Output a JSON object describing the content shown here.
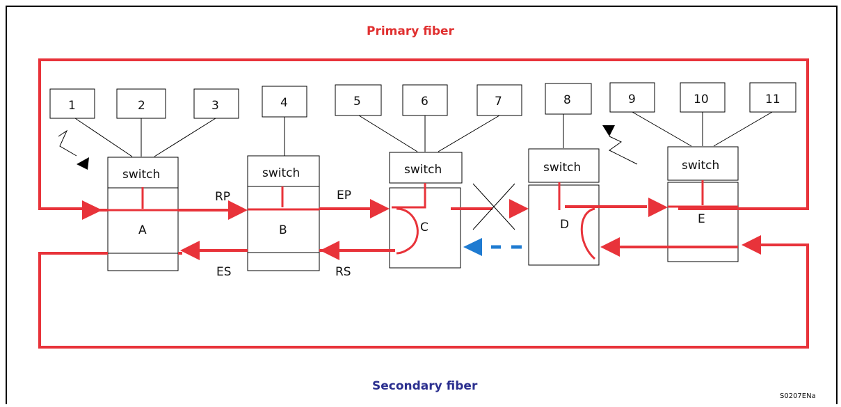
{
  "title_primary": "Primary fiber",
  "title_secondary": "Secondary  fiber",
  "figure_code": "S0207ENa",
  "colors": {
    "ring": "#e8333a",
    "backup": "#1f7bd1",
    "primary_text": "#e03030",
    "secondary_text": "#2b2f8f"
  },
  "stations": [
    {
      "id": "A",
      "label": "A"
    },
    {
      "id": "B",
      "label": "B"
    },
    {
      "id": "C",
      "label": "C"
    },
    {
      "id": "D",
      "label": "D"
    },
    {
      "id": "E",
      "label": "E"
    }
  ],
  "switch_label": "switch",
  "devices": [
    "1",
    "2",
    "3",
    "4",
    "5",
    "6",
    "7",
    "8",
    "9",
    "10",
    "11"
  ],
  "port_labels": {
    "rp": "RP",
    "ep": "EP",
    "es": "ES",
    "rs": "RS"
  }
}
